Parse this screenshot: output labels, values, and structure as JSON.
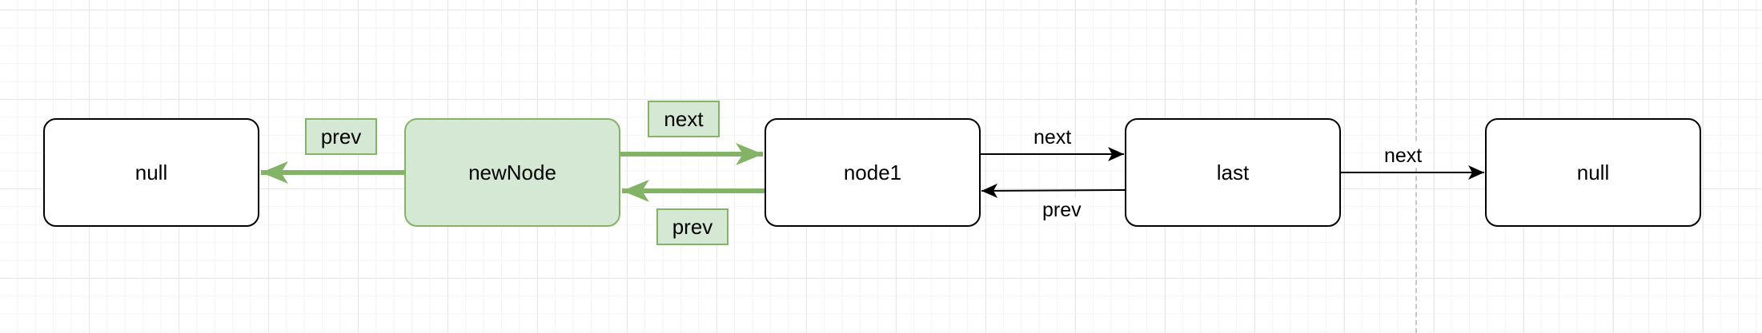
{
  "diagram": {
    "nodes": [
      {
        "id": "null_left",
        "label": "null",
        "style": "plain"
      },
      {
        "id": "new_node",
        "label": "newNode",
        "style": "highlight"
      },
      {
        "id": "node1",
        "label": "node1",
        "style": "plain"
      },
      {
        "id": "last",
        "label": "last",
        "style": "plain"
      },
      {
        "id": "null_right",
        "label": "null",
        "style": "plain"
      }
    ],
    "highlight_labels": {
      "new_node_prev": "prev",
      "new_node_next": "next",
      "node1_prev": "prev"
    },
    "edge_labels": {
      "node1_next": "next",
      "last_prev": "prev",
      "last_next": "next"
    },
    "edges": [
      {
        "from": "new_node",
        "to": "null_left",
        "label": "prev",
        "style": "highlight"
      },
      {
        "from": "new_node",
        "to": "node1",
        "label": "next",
        "style": "highlight"
      },
      {
        "from": "node1",
        "to": "new_node",
        "label": "prev",
        "style": "highlight"
      },
      {
        "from": "node1",
        "to": "last",
        "label": "next",
        "style": "plain"
      },
      {
        "from": "last",
        "to": "node1",
        "label": "prev",
        "style": "plain"
      },
      {
        "from": "last",
        "to": "null_right",
        "label": "next",
        "style": "plain"
      }
    ],
    "colors": {
      "highlight_fill": "#d5e8d4",
      "highlight_stroke": "#82b366",
      "plain_stroke": "#000000",
      "grid": "#e6e6e6"
    }
  }
}
